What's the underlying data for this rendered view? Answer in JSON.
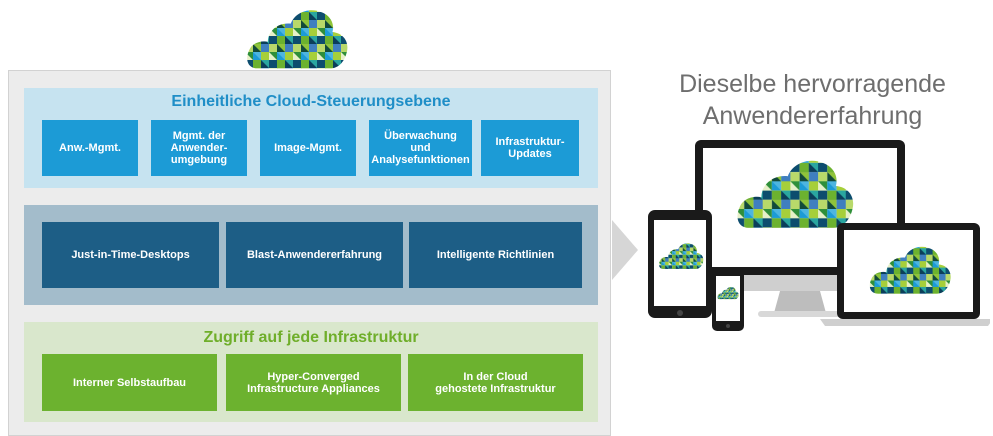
{
  "control_layer": {
    "title": "Einheitliche Cloud-Steuerungsebene",
    "boxes": [
      "Anw.-Mgmt.",
      "Mgmt. der\nAnwender-\numgebung",
      "Image-Mgmt.",
      "Überwachung\nund\nAnalysefunktionen",
      "Infrastruktur-\nUpdates"
    ]
  },
  "desktop_layer": {
    "boxes": [
      "Just-in-Time-Desktops",
      "Blast-Anwendererfahrung",
      "Intelligente Richtlinien"
    ]
  },
  "infra_layer": {
    "title": "Zugriff auf jede Infrastruktur",
    "boxes": [
      "Interner Selbstaufbau",
      "Hyper-Converged\nInfrastructure Appliances",
      "In der Cloud\ngehostete Infrastruktur"
    ]
  },
  "tagline": "Dieselbe hervorragende\nAnwendererfahrung",
  "colors": {
    "control_box": "#1c9bd6",
    "desktop_box": "#1d5e86",
    "infra_box": "#6cb22f",
    "control_title": "#1f8ec7",
    "infra_title": "#6fae2a"
  }
}
